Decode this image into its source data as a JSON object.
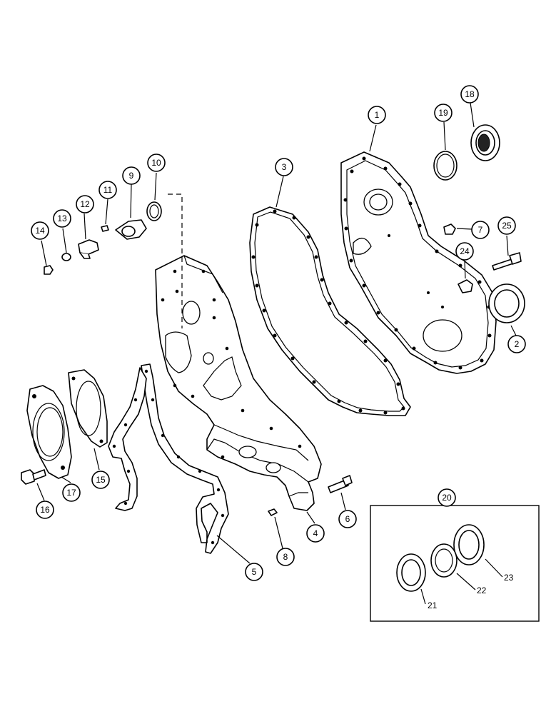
{
  "diagram": {
    "callouts": [
      "1",
      "2",
      "3",
      "4",
      "5",
      "6",
      "7",
      "8",
      "9",
      "10",
      "11",
      "12",
      "13",
      "14",
      "15",
      "16",
      "17",
      "18",
      "19",
      "20",
      "24",
      "25"
    ],
    "inset_labels": [
      "21",
      "22",
      "23"
    ]
  }
}
